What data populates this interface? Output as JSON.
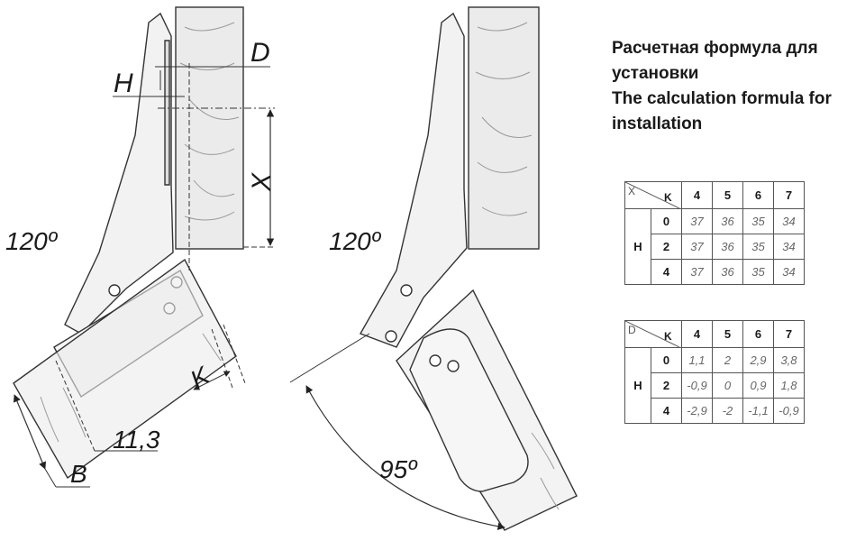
{
  "title": {
    "line1": "Расчетная формула для",
    "line2": "установки",
    "line3": "The calculation formula for",
    "line4": "installation"
  },
  "labels": {
    "angle_left": "120º",
    "angle_mid": "120º",
    "angle_open": "95º",
    "dim_d": "D",
    "dim_h": "H",
    "dim_x": "X",
    "dim_k": "K",
    "dim_b": "B",
    "dim_113": "11,3"
  },
  "table_x": {
    "corner_row": "X",
    "corner_col": "K",
    "row_label": "H",
    "columns": [
      "4",
      "5",
      "6",
      "7"
    ],
    "rows": [
      {
        "h": "0",
        "values": [
          "37",
          "36",
          "35",
          "34"
        ]
      },
      {
        "h": "2",
        "values": [
          "37",
          "36",
          "35",
          "34"
        ]
      },
      {
        "h": "4",
        "values": [
          "37",
          "36",
          "35",
          "34"
        ]
      }
    ]
  },
  "table_d": {
    "corner_row": "D",
    "corner_col": "K",
    "row_label": "H",
    "columns": [
      "4",
      "5",
      "6",
      "7"
    ],
    "rows": [
      {
        "h": "0",
        "values": [
          "1,1",
          "2",
          "2,9",
          "3,8"
        ]
      },
      {
        "h": "2",
        "values": [
          "-0,9",
          "0",
          "0,9",
          "1,8"
        ]
      },
      {
        "h": "4",
        "values": [
          "-2,9",
          "-2",
          "-1,1",
          "-0,9"
        ]
      }
    ]
  },
  "colors": {
    "panel_fill": "#ebebeb",
    "line": "#333333",
    "grain": "#9a9a9a"
  }
}
